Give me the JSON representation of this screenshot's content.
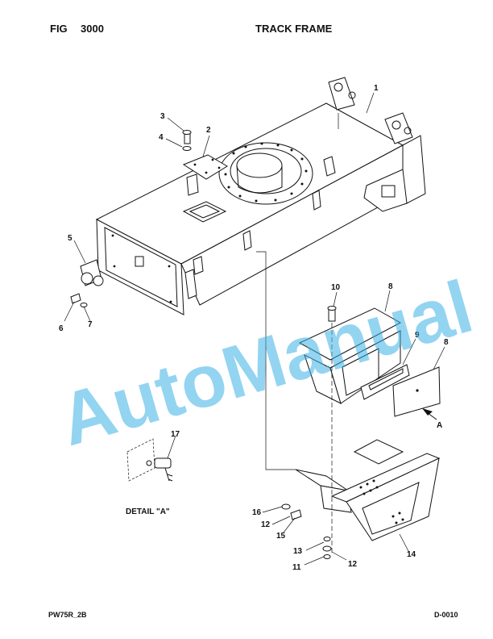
{
  "header": {
    "fig_label": "FIG",
    "fig_number": "3000",
    "title": "TRACK FRAME"
  },
  "footer": {
    "model_code": "PW75R_2B",
    "page_code": "D-0010"
  },
  "detail_label": "DETAIL \"A\"",
  "view_arrow_label": "A",
  "watermark": {
    "text": "AutoManual",
    "color": "#3ab0e6"
  },
  "callouts": [
    "1",
    "2",
    "3",
    "4",
    "5",
    "6",
    "7",
    "8",
    "8",
    "9",
    "10",
    "11",
    "12",
    "12",
    "13",
    "14",
    "15",
    "16",
    "17"
  ]
}
